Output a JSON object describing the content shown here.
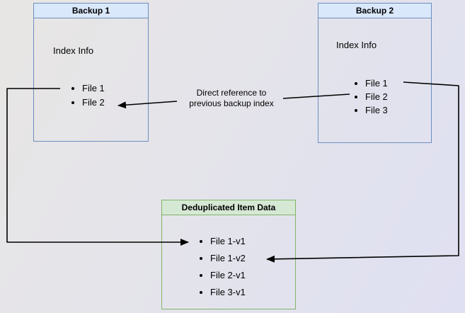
{
  "colors": {
    "background_start": "#e8e6e4",
    "background_end": "#dfe0f2",
    "blue_fill": "#dae8fc",
    "blue_border": "#6c8ebf",
    "green_fill": "#d5e8d4",
    "green_border": "#82b366",
    "line": "#000000",
    "text": "#000000"
  },
  "boxes": {
    "backup1": {
      "title": "Backup 1",
      "heading": "Index Info",
      "items": [
        "File 1",
        "File 2"
      ]
    },
    "backup2": {
      "title": "Backup 2",
      "heading": "Index Info",
      "items": [
        "File 1",
        "File 2",
        "File 3"
      ]
    },
    "dedup": {
      "title": "Deduplicated Item Data",
      "items": [
        "File 1-v1",
        "File 1-v2",
        "File 2-v1",
        "File 3-v1"
      ]
    }
  },
  "edge_label": {
    "line1": "Direct reference to",
    "line2": "previous backup index"
  },
  "arrows": [
    {
      "name": "direct-reference",
      "from": "Backup 2 / File 2",
      "to": "Backup 1 / File 2"
    },
    {
      "name": "backup1-file1-to-dedup",
      "from": "Backup 1 / File 1",
      "to": "Deduplicated Item Data / File 1-v1"
    },
    {
      "name": "backup2-file1-to-dedup",
      "from": "Backup 2 / File 1",
      "to": "Deduplicated Item Data / File 1-v2"
    }
  ]
}
